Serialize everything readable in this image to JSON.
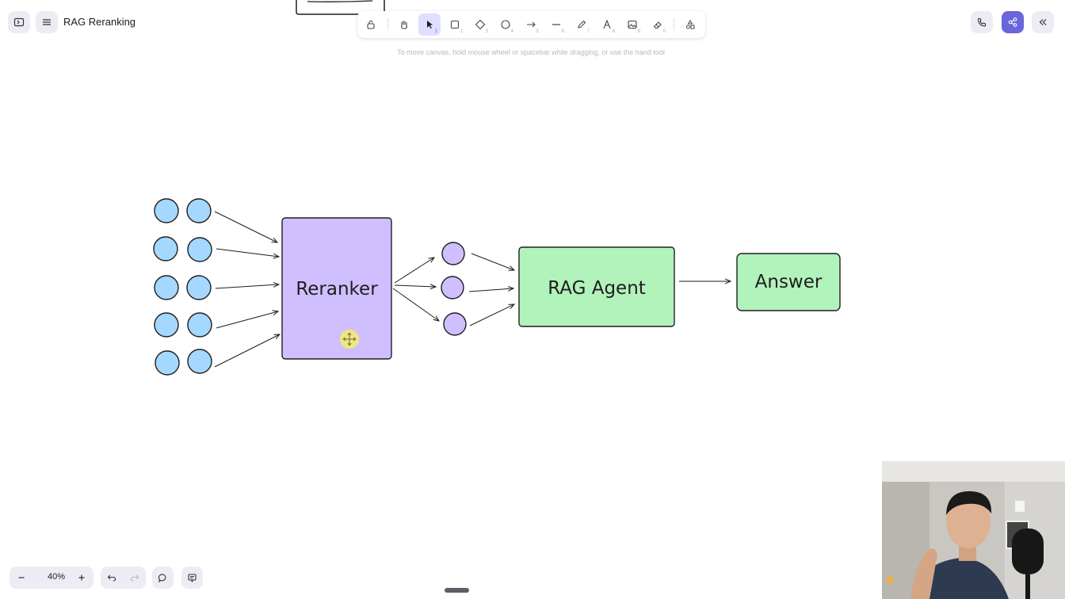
{
  "header": {
    "doc_title": "RAG Reranking"
  },
  "toolbar": {
    "tools": [
      {
        "icon": "lock-icon",
        "key": ""
      },
      {
        "icon": "hand-icon",
        "key": ""
      },
      {
        "icon": "pointer-icon",
        "key": "1",
        "active": true
      },
      {
        "icon": "rectangle-icon",
        "key": "2"
      },
      {
        "icon": "diamond-icon",
        "key": "3"
      },
      {
        "icon": "ellipse-icon",
        "key": "4"
      },
      {
        "icon": "arrow-icon",
        "key": "5"
      },
      {
        "icon": "line-icon",
        "key": "6"
      },
      {
        "icon": "pencil-icon",
        "key": "7"
      },
      {
        "icon": "text-icon",
        "key": "8"
      },
      {
        "icon": "image-icon",
        "key": "9"
      },
      {
        "icon": "eraser-icon",
        "key": "0"
      },
      {
        "icon": "more-shapes-icon",
        "key": ""
      }
    ],
    "accent": "#6965db"
  },
  "hint": "To move canvas, hold mouse wheel or spacebar while dragging, or use the hand tool",
  "diagram": {
    "reranker_label": "Reranker",
    "agent_label": "RAG Agent",
    "answer_label": "Answer",
    "colors": {
      "doc_fill": "#a5d8ff",
      "reranker_fill": "#d0bfff",
      "agent_fill": "#b2f2bb",
      "answer_fill": "#b2f2bb"
    }
  },
  "footer": {
    "zoom": "40%"
  }
}
